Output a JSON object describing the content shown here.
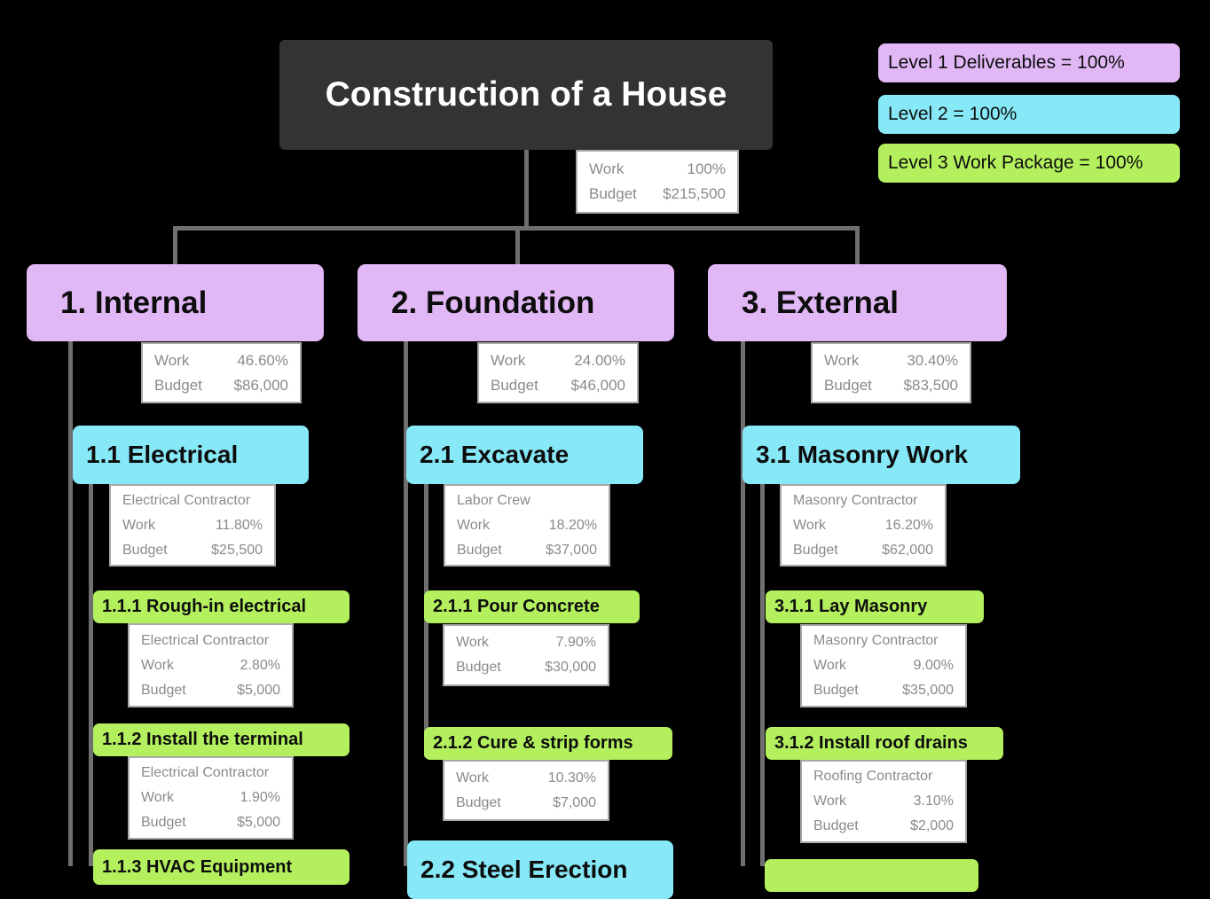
{
  "colors": {
    "background": "#000000",
    "root_fill": "#333333",
    "level1": "#e1b7f6",
    "level2": "#87e9f8",
    "level3": "#b4f05e",
    "connector": "#6f6f6f",
    "stats_border": "#a8a8a8",
    "stats_text": "#8a8a8a"
  },
  "labels": {
    "work": "Work",
    "budget": "Budget"
  },
  "root": {
    "title": "Construction of a House",
    "work": "100%",
    "budget": "$215,500"
  },
  "legend": [
    {
      "label": "Level 1 Deliverables = 100%",
      "color": "#e1b7f6"
    },
    {
      "label": "Level 2 = 100%",
      "color": "#87e9f8"
    },
    {
      "label": "Level 3 Work Package = 100%",
      "color": "#b4f05e"
    }
  ],
  "nodes": {
    "internal": {
      "title": "1. Internal",
      "work": "46.60%",
      "budget": "$86,000"
    },
    "foundation": {
      "title": "2. Foundation",
      "work": "24.00%",
      "budget": "$46,000"
    },
    "external": {
      "title": "3. External",
      "work": "30.40%",
      "budget": "$83,500"
    },
    "electrical": {
      "title": "1.1 Electrical",
      "owner": "Electrical Contractor",
      "work": "11.80%",
      "budget": "$25,500"
    },
    "excavate": {
      "title": "2.1 Excavate",
      "owner": "Labor Crew",
      "work": "18.20%",
      "budget": "$37,000"
    },
    "masonry_work": {
      "title": "3.1 Masonry Work",
      "owner": "Masonry Contractor",
      "work": "16.20%",
      "budget": "$62,000"
    },
    "rough_in_electrical": {
      "title": "1.1.1 Rough-in electrical",
      "owner": "Electrical Contractor",
      "work": "2.80%",
      "budget": "$5,000"
    },
    "install_terminal": {
      "title": "1.1.2 Install the terminal",
      "owner": "Electrical Contractor",
      "work": "1.90%",
      "budget": "$5,000"
    },
    "hvac_equipment": {
      "title": "1.1.3 HVAC Equipment"
    },
    "pour_concrete": {
      "title": "2.1.1 Pour Concrete",
      "work": "7.90%",
      "budget": "$30,000"
    },
    "cure_strip_forms": {
      "title": "2.1.2 Cure & strip forms",
      "work": "10.30%",
      "budget": "$7,000"
    },
    "steel_erection": {
      "title": "2.2 Steel Erection"
    },
    "lay_masonry": {
      "title": "3.1.1 Lay Masonry",
      "owner": "Masonry Contractor",
      "work": "9.00%",
      "budget": "$35,000"
    },
    "install_roof_drains": {
      "title": "3.1.2 Install roof drains",
      "owner": "Roofing Contractor",
      "work": "3.10%",
      "budget": "$2,000"
    }
  }
}
